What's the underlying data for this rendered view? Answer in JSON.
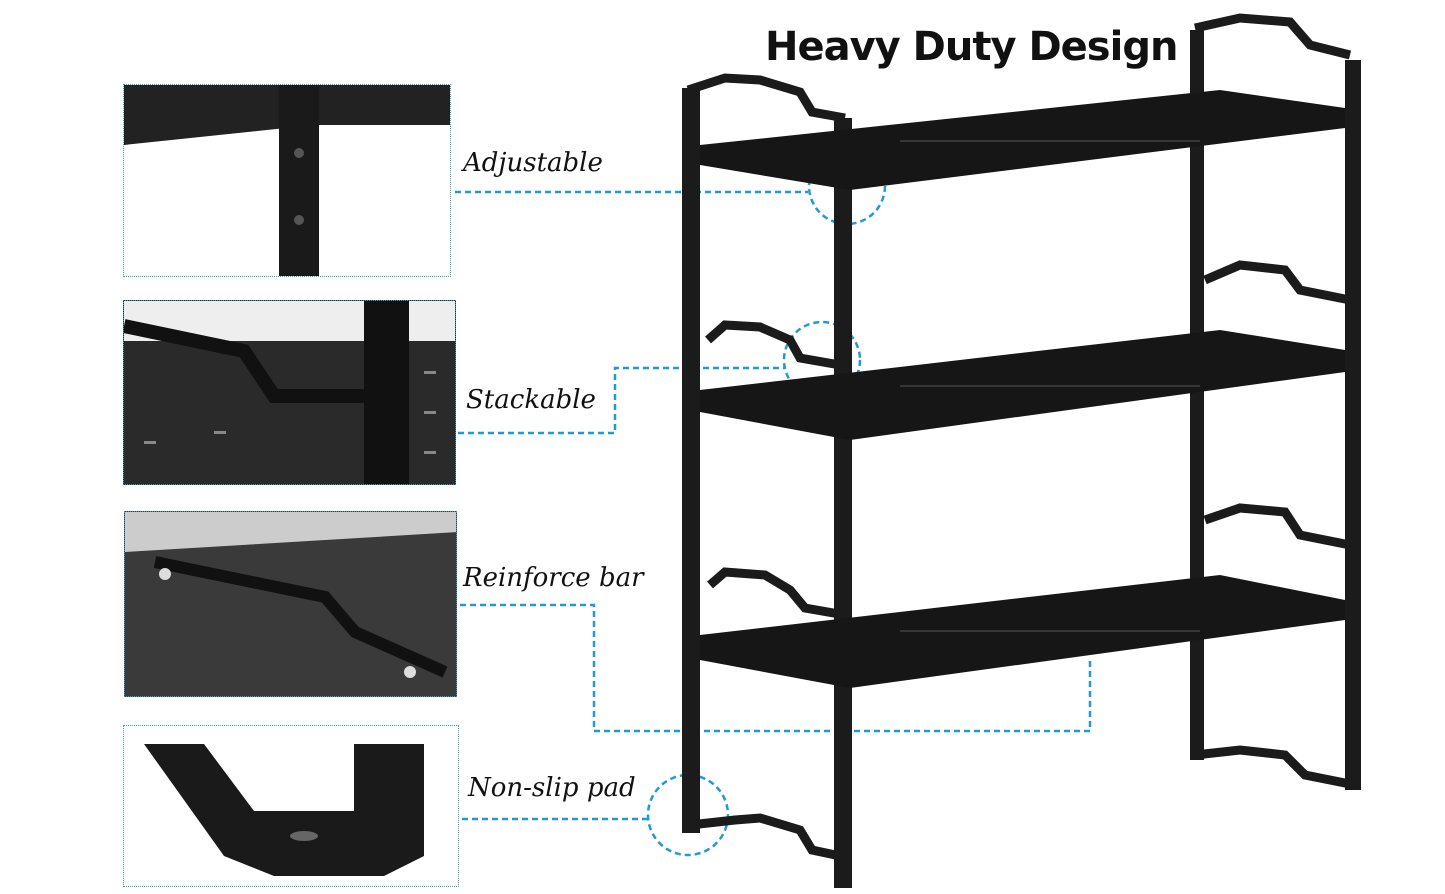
{
  "title": "Heavy Duty Design",
  "features": [
    {
      "label": "Adjustable"
    },
    {
      "label": "Stackable"
    },
    {
      "label": "Reinforce bar"
    },
    {
      "label": "Non-slip pad"
    }
  ],
  "colors": {
    "accent": "#1f9bd1",
    "metal": "#1a1a1a"
  }
}
